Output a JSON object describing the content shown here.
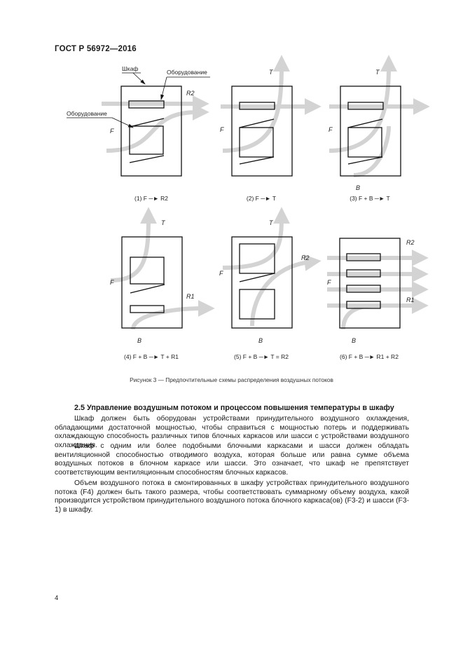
{
  "header": {
    "standard": "ГОСТ Р 56972—2016"
  },
  "figure": {
    "caption": "Рисунок 3 — Предпочтительные схемы распределения воздушных потоков",
    "panels": [
      {
        "caption": "(1) F ─► R2",
        "labels": {
          "cabinet": "Шкаф",
          "equipment_top": "Оборудование",
          "equipment_left": "Оборудование",
          "F": "F",
          "R2": "R2"
        }
      },
      {
        "caption": "(2) F ─► T",
        "labels": {
          "T": "T",
          "F": "F"
        }
      },
      {
        "caption": "(3) F + B ─► T",
        "labels": {
          "T": "T",
          "F": "F",
          "B": "B"
        }
      },
      {
        "caption": "(4) F + B ─► T + R1",
        "labels": {
          "T": "T",
          "F": "F",
          "R1": "R1",
          "B": "B"
        }
      },
      {
        "caption": "(5) F + B ─► T = R2",
        "labels": {
          "T": "T",
          "F": "F",
          "R2": "R2",
          "B": "B"
        }
      },
      {
        "caption": "(6) F + B ─► R1 + R2",
        "labels": {
          "R2": "R2",
          "F": "F",
          "R1": "R1",
          "B": "B"
        }
      }
    ]
  },
  "section": {
    "title": "2.5 Управление воздушным потоком и процессом повышения температуры в шкафу",
    "paragraphs": [
      "Шкаф должен быть оборудован устройствами принудительного воздушного охлаждения, обладающими достаточной мощностью, чтобы справиться с мощностью потерь и поддерживать охлаждающую способность различных типов блочных каркасов или шасси с устройствами воздушного охлаждения.",
      "Шкаф с одним или более подобными блочными каркасами и шасси должен обладать вентиляционной способностью отводимого воздуха, которая больше или равна сумме объема воздушных потоков в блочном каркасе или шасси. Это означает, что шкаф не препятствует соответствующим вентиляционным способностям блочных каркасов.",
      "Объем воздушного потока в смонтированных в шкафу устройствах принудительного воздушного потока (F4) должен быть такого размера, чтобы соответствовать суммарному объему воздуха, какой производится устройством принудительного воздушного потока блочного каркаса(ов) (F3-2) и шасси (F3-1) в шкафу."
    ]
  },
  "footer": {
    "page_number": "4"
  },
  "colors": {
    "arrow": "#d3d3d3",
    "line": "#111111"
  }
}
